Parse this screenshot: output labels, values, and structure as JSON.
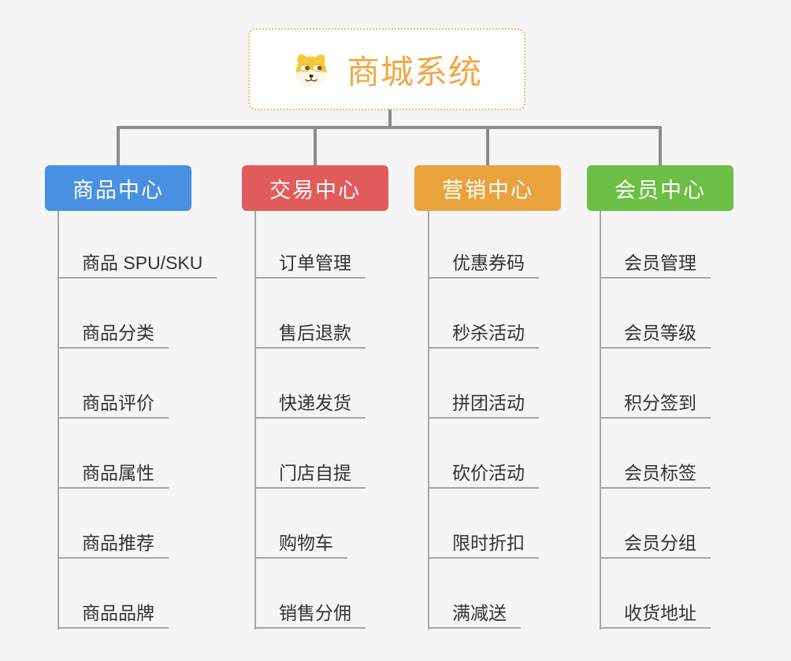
{
  "page": {
    "background": "#f5f5f5"
  },
  "root": {
    "title": "商城系统",
    "icon": "dog-face-icon",
    "accent_color": "#f0a844",
    "border_color": "#f3bd6d"
  },
  "connector_color": "#8c8c8c",
  "branches": [
    {
      "label": "商品中心",
      "color": "#4a90e2",
      "items": [
        "商品 SPU/SKU",
        "商品分类",
        "商品评价",
        "商品属性",
        "商品推荐",
        "商品品牌"
      ]
    },
    {
      "label": "交易中心",
      "color": "#e25b5b",
      "items": [
        "订单管理",
        "售后退款",
        "快递发货",
        "门店自提",
        "购物车",
        "销售分佣"
      ]
    },
    {
      "label": "营销中心",
      "color": "#e8a33d",
      "items": [
        "优惠券码",
        "秒杀活动",
        "拼团活动",
        "砍价活动",
        "限时折扣",
        "满减送"
      ]
    },
    {
      "label": "会员中心",
      "color": "#6dbe45",
      "items": [
        "会员管理",
        "会员等级",
        "积分签到",
        "会员标签",
        "会员分组",
        "收货地址"
      ]
    }
  ]
}
